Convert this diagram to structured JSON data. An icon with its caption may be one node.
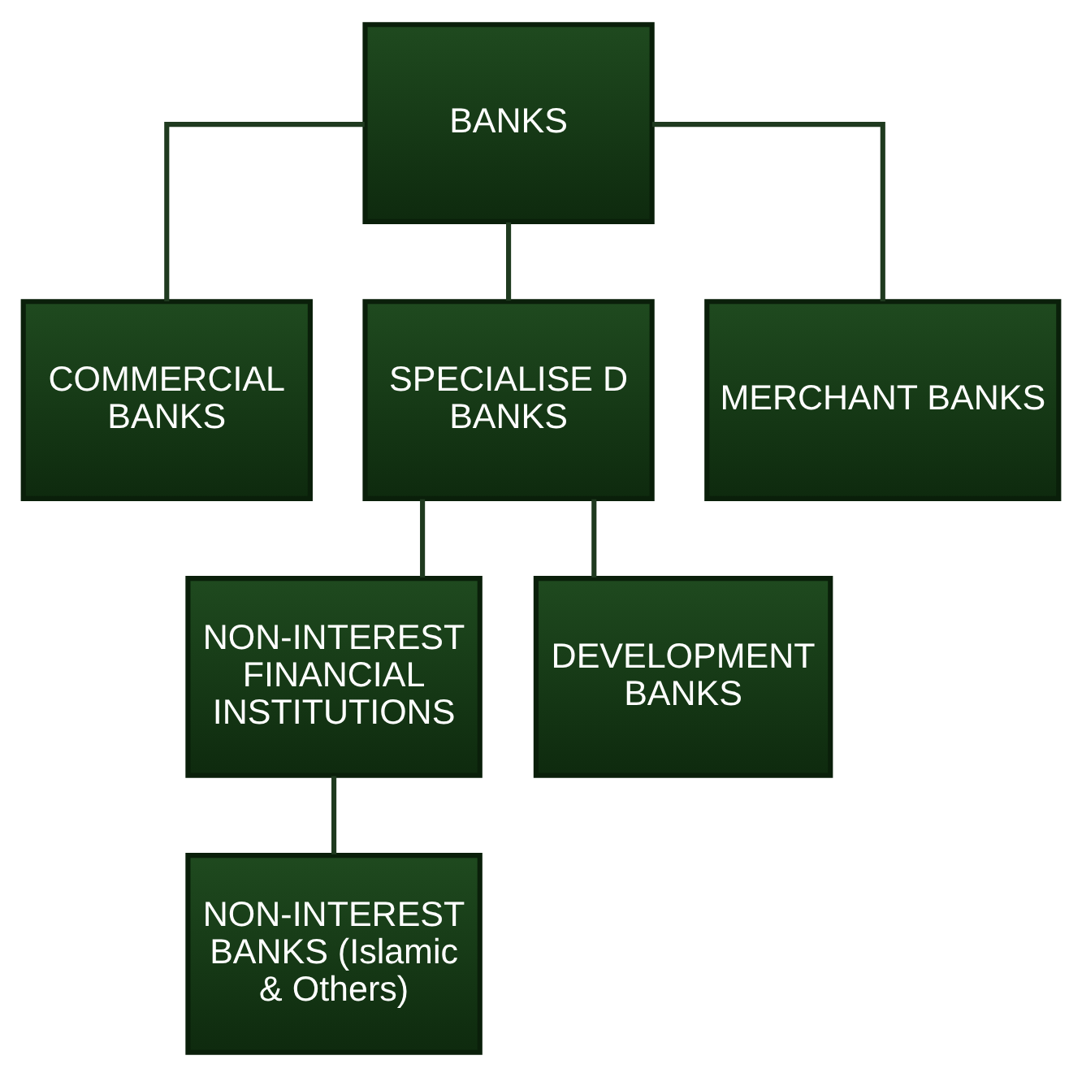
{
  "diagram": {
    "nodes": [
      {
        "text": [
          "BANKS"
        ]
      },
      {
        "text": [
          "COMMERCIAL BANKS"
        ]
      },
      {
        "text": [
          "SPECIALISE D BANKS"
        ]
      },
      {
        "text": [
          "MERCHANT BANKS"
        ]
      },
      {
        "text": [
          "NON-INTEREST FINANCIAL INSTITUTIONS"
        ]
      },
      {
        "text": [
          "DEVELOPMENT BANKS"
        ]
      },
      {
        "text": [
          "NON-INTEREST BANKS (Islamic & Others)"
        ]
      }
    ],
    "edges": [
      {
        "from": 0,
        "to": 1,
        "arrow": "none"
      },
      {
        "from": 0,
        "to": 2,
        "arrow": "none"
      },
      {
        "from": 0,
        "to": 3,
        "arrow": "none"
      },
      {
        "from": 2,
        "to": 4,
        "arrow": "none"
      },
      {
        "from": 2,
        "to": 5,
        "arrow": "none"
      },
      {
        "from": 4,
        "to": 6,
        "arrow": "none"
      }
    ]
  }
}
